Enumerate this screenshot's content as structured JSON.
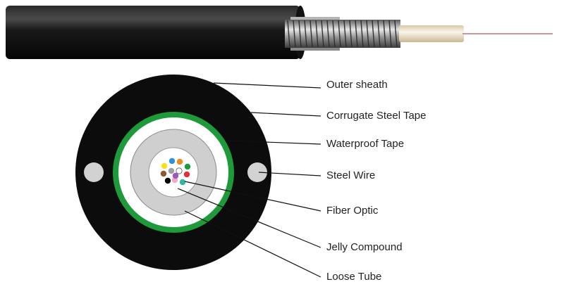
{
  "labels": [
    {
      "id": "outer-sheath",
      "text": "Outer sheath"
    },
    {
      "id": "corrugate-steel-tape",
      "text": "Corrugate Steel Tape"
    },
    {
      "id": "waterproof-tape",
      "text": "Waterproof Tape"
    },
    {
      "id": "steel-wire",
      "text": "Steel Wire"
    },
    {
      "id": "fiber-optic",
      "text": "Fiber Optic"
    },
    {
      "id": "jelly-compound",
      "text": "Jelly Compound"
    },
    {
      "id": "loose-tube",
      "text": "Loose Tube"
    }
  ],
  "colors": {
    "sheath": "#0c0c0c",
    "steel_tape": "#1f9a3a",
    "waterproof_tape": "#ffffff",
    "loose_tube": "#cfcfcf",
    "jelly": "#ffffff",
    "steel_wire": "#d2d2d2",
    "leader": "#111111",
    "label_text": "#222222"
  },
  "fiber_colors": [
    "#f6e11a",
    "#2f8fe0",
    "#f28a1a",
    "#1b9b3c",
    "#8c5a2c",
    "#9aa0a6",
    "#ffffff",
    "#e0303a",
    "#000000",
    "#f3a7c6",
    "#2fb5a6",
    "#9b59b6"
  ]
}
